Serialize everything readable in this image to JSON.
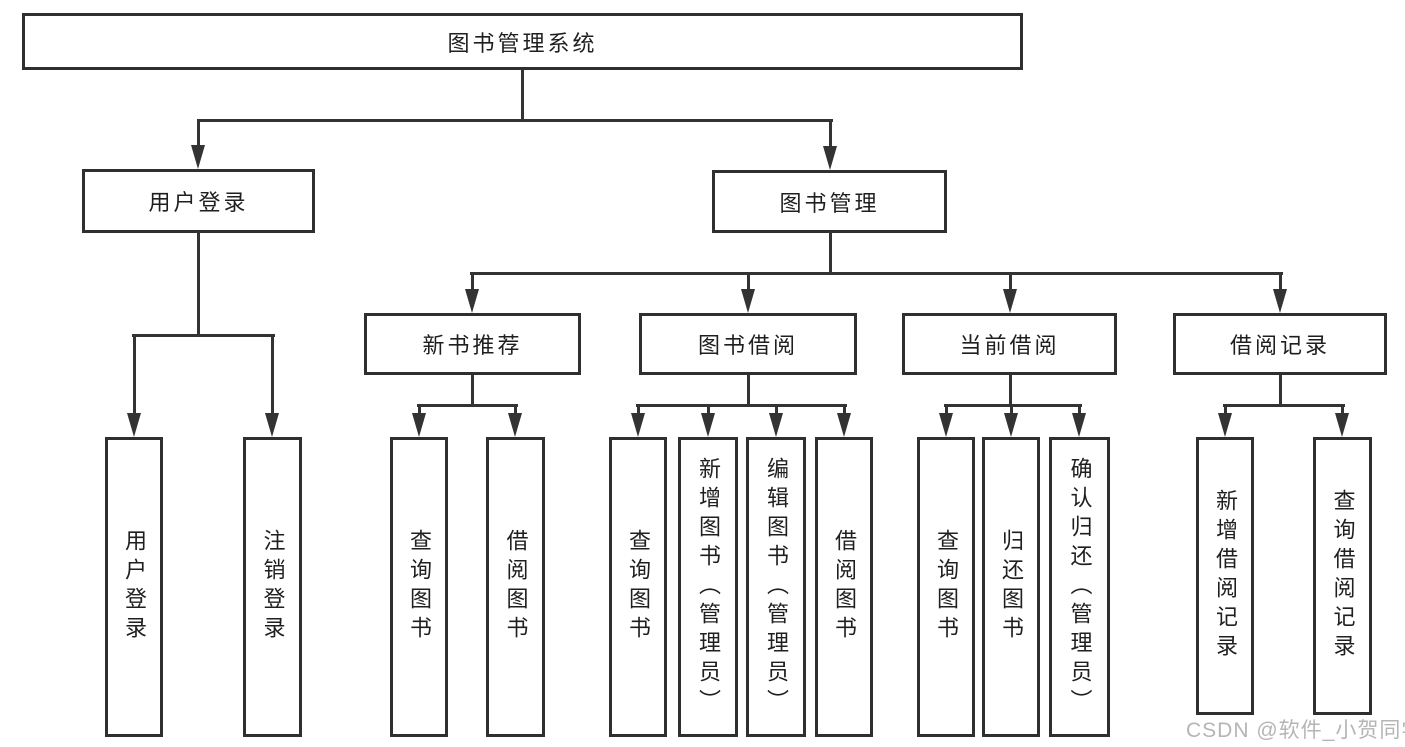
{
  "diagram": {
    "nodes": {
      "root": "图书管理系统",
      "user_login": "用户登录",
      "book_mgmt": "图书管理",
      "new_book_rec": "新书推荐",
      "book_borrow": "图书借阅",
      "current_borrow": "当前借阅",
      "borrow_records": "借阅记录",
      "leaf_user_login": "用户登录",
      "leaf_logout": "注销登录",
      "leaf_rec_query_book": "查询图书",
      "leaf_rec_borrow_book": "借阅图书",
      "leaf_bb_query_book": "查询图书",
      "leaf_bb_add_book": "新增图书（管理员）",
      "leaf_bb_edit_book": "编辑图书（管理员）",
      "leaf_bb_borrow_book": "借阅图书",
      "leaf_cb_query_book": "查询图书",
      "leaf_cb_return_book": "归还图书",
      "leaf_cb_confirm_return": "确认归还（管理员）",
      "leaf_br_add_record": "新增借阅记录",
      "leaf_br_query_record": "查询借阅记录"
    },
    "colors": {
      "line": "#333333",
      "border": "#2f2f2f",
      "text": "#1f1f1f",
      "background": "#ffffff",
      "watermark": "#b5b5b5"
    }
  },
  "watermark": "CSDN @软件_小贺同学"
}
